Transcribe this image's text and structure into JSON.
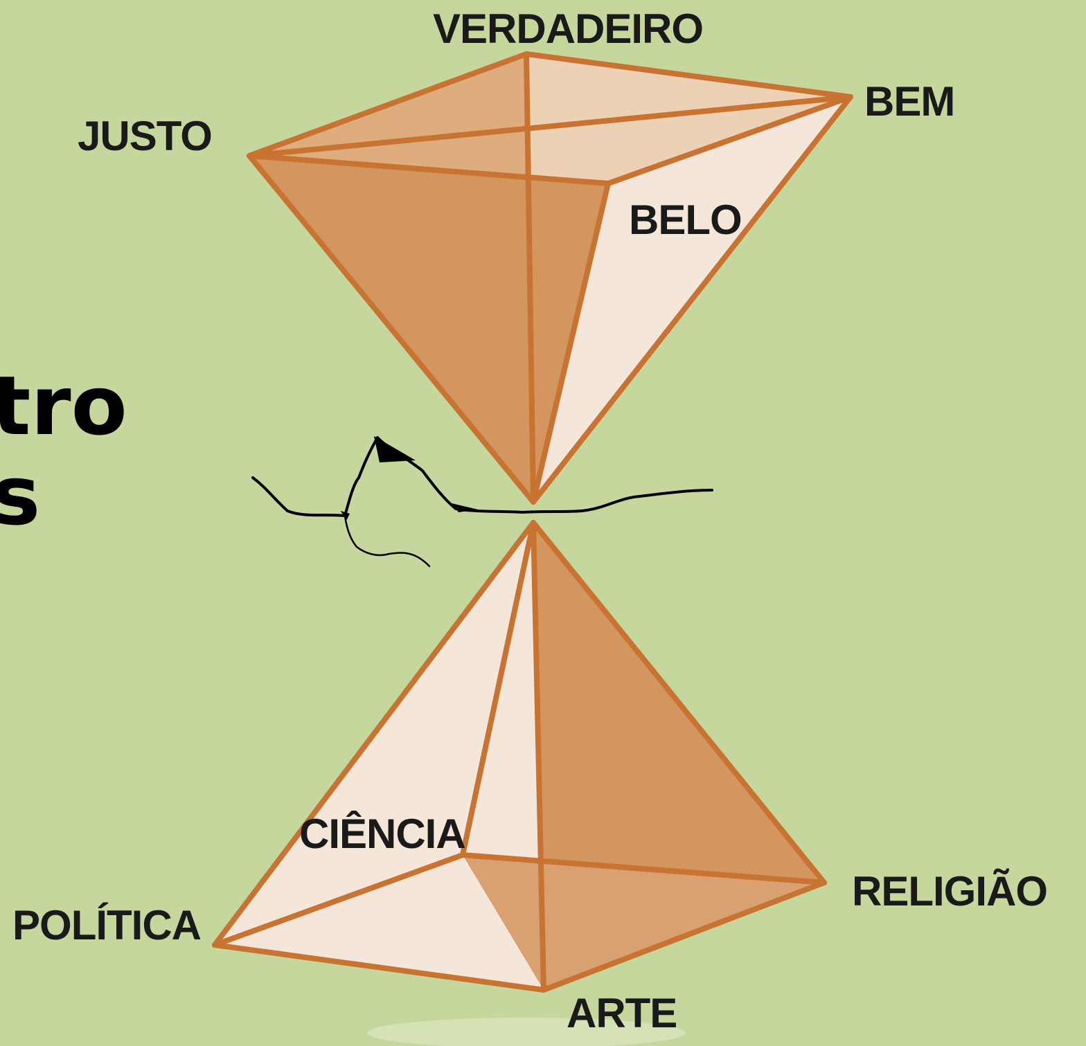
{
  "colors": {
    "background": "#c5d79d",
    "edge": "#c87331",
    "face_dark": "#d4965f",
    "face_light": "#f4e6d8",
    "crack": "#000000"
  },
  "big_text": {
    "line1": "tro",
    "line2": "s"
  },
  "upper_pyramid": {
    "vertices": {
      "top_label": "VERDADEIRO",
      "left_label": "JUSTO",
      "right_label": "BEM",
      "front_label": "BELO"
    }
  },
  "lower_pyramid": {
    "vertices": {
      "back_label": "CIÊNCIA",
      "left_label": "POLÍTICA",
      "right_label": "RELIGIÃO",
      "front_label": "ARTE"
    }
  }
}
